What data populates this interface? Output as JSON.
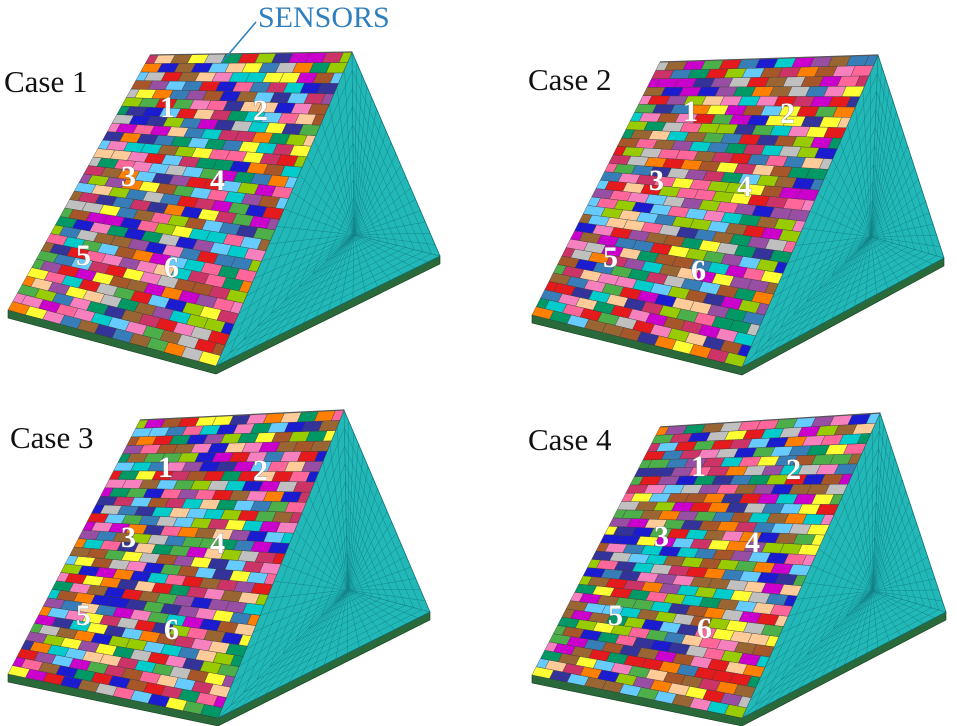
{
  "callout": {
    "text": "SENSORS",
    "color": "#2f7fbf"
  },
  "panels": [
    {
      "id": "case1",
      "label": "Case 1",
      "sensors": [
        "1",
        "2",
        "3",
        "4",
        "5",
        "6"
      ],
      "seed": 11
    },
    {
      "id": "case2",
      "label": "Case 2",
      "sensors": [
        "1",
        "2",
        "3",
        "4",
        "5",
        "6"
      ],
      "seed": 29
    },
    {
      "id": "case3",
      "label": "Case 3",
      "sensors": [
        "1",
        "2",
        "3",
        "4",
        "5",
        "6"
      ],
      "seed": 47
    },
    {
      "id": "case4",
      "label": "Case 4",
      "sensors": [
        "1",
        "2",
        "3",
        "4",
        "5",
        "6"
      ],
      "seed": 83
    }
  ],
  "colors": {
    "side_face": "#22b8b8",
    "side_mesh": "#0d6f74",
    "base": "#2a6a3a",
    "palette": [
      "#e41a1c",
      "#377eb8",
      "#4daf4a",
      "#984ea3",
      "#ff7f00",
      "#ffff33",
      "#a65628",
      "#f781bf",
      "#1b1bd0",
      "#00cccc",
      "#cc00cc",
      "#99cc00",
      "#ff6699",
      "#66ccff",
      "#996633",
      "#c0c0c0",
      "#333399",
      "#ffcc99",
      "#009966",
      "#cc3366"
    ]
  }
}
